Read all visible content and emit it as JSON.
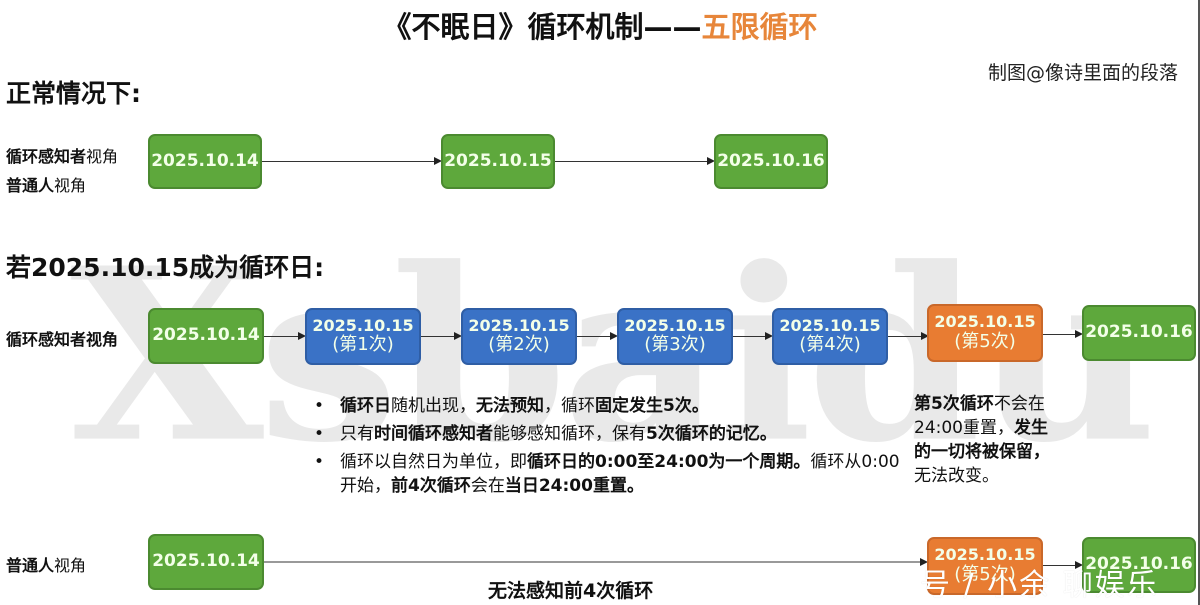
{
  "title": {
    "main": "《不眠日》循环机制——",
    "accent": "五限循环"
  },
  "credit": "制图@像诗里面的段落",
  "watermark_bg": "Xsbaidu",
  "colors": {
    "green": "#5ea83c",
    "blue": "#3a72c6",
    "orange": "#e87c32",
    "title_accent": "#e7863a"
  },
  "normal": {
    "section_title": "正常情况下:",
    "label_aware_bold": "循环感知者",
    "label_aware_rest": "视角",
    "label_normal_bold": "普通人",
    "label_normal_rest": "视角",
    "nodes": [
      {
        "date": "2025.10.14",
        "color": "green"
      },
      {
        "date": "2025.10.15",
        "color": "green"
      },
      {
        "date": "2025.10.16",
        "color": "green"
      }
    ]
  },
  "loop": {
    "section_title": "若2025.10.15成为循环日:",
    "aware_label": "循环感知者视角",
    "nodes": [
      {
        "date": "2025.10.14",
        "sub": "",
        "color": "green"
      },
      {
        "date": "2025.10.15",
        "sub": "(第1次)",
        "color": "blue"
      },
      {
        "date": "2025.10.15",
        "sub": "(第2次)",
        "color": "blue"
      },
      {
        "date": "2025.10.15",
        "sub": "(第3次)",
        "color": "blue"
      },
      {
        "date": "2025.10.15",
        "sub": "(第4次)",
        "color": "blue"
      },
      {
        "date": "2025.10.15",
        "sub": "(第5次)",
        "color": "orange"
      },
      {
        "date": "2025.10.16",
        "sub": "",
        "color": "green"
      }
    ],
    "bullets": [
      {
        "parts": [
          [
            "b",
            "循环日"
          ],
          [
            "n",
            "随机出现，"
          ],
          [
            "b",
            "无法预知"
          ],
          [
            "n",
            "，循环"
          ],
          [
            "b",
            "固定发生5次。"
          ]
        ]
      },
      {
        "parts": [
          [
            "n",
            "只有"
          ],
          [
            "b",
            "时间循环感知者"
          ],
          [
            "n",
            "能够感知循环，保有"
          ],
          [
            "b",
            "5次循环的记忆。"
          ]
        ]
      },
      {
        "parts": [
          [
            "n",
            "循环以自然日为单位，即"
          ],
          [
            "b",
            "循环日的0:00至24:00为一个周期。"
          ],
          [
            "n",
            "循环从0:00开始，"
          ],
          [
            "b",
            "前4次循环"
          ],
          [
            "n",
            "会在"
          ],
          [
            "b",
            "当日24:00重置。"
          ]
        ]
      }
    ],
    "note": {
      "line1_bold": "第5次循环",
      "line1_rest": "不会在",
      "line2_rest": "24:00重置，",
      "line2_bold": "发生",
      "line3_bold": "的一切将被保留，",
      "line4_rest": "无法改变。"
    }
  },
  "ordinary": {
    "label_bold": "普通人",
    "label_rest": "视角",
    "nodes": [
      {
        "date": "2025.10.14",
        "sub": "",
        "color": "green"
      },
      {
        "date": "2025.10.15",
        "sub": "(第5次)",
        "color": "orange"
      },
      {
        "date": "2025.10.16",
        "sub": "",
        "color": "green"
      }
    ],
    "caption": "无法感知前4次循环"
  },
  "overlay_watermark": "号 / 小余  聊娱乐"
}
